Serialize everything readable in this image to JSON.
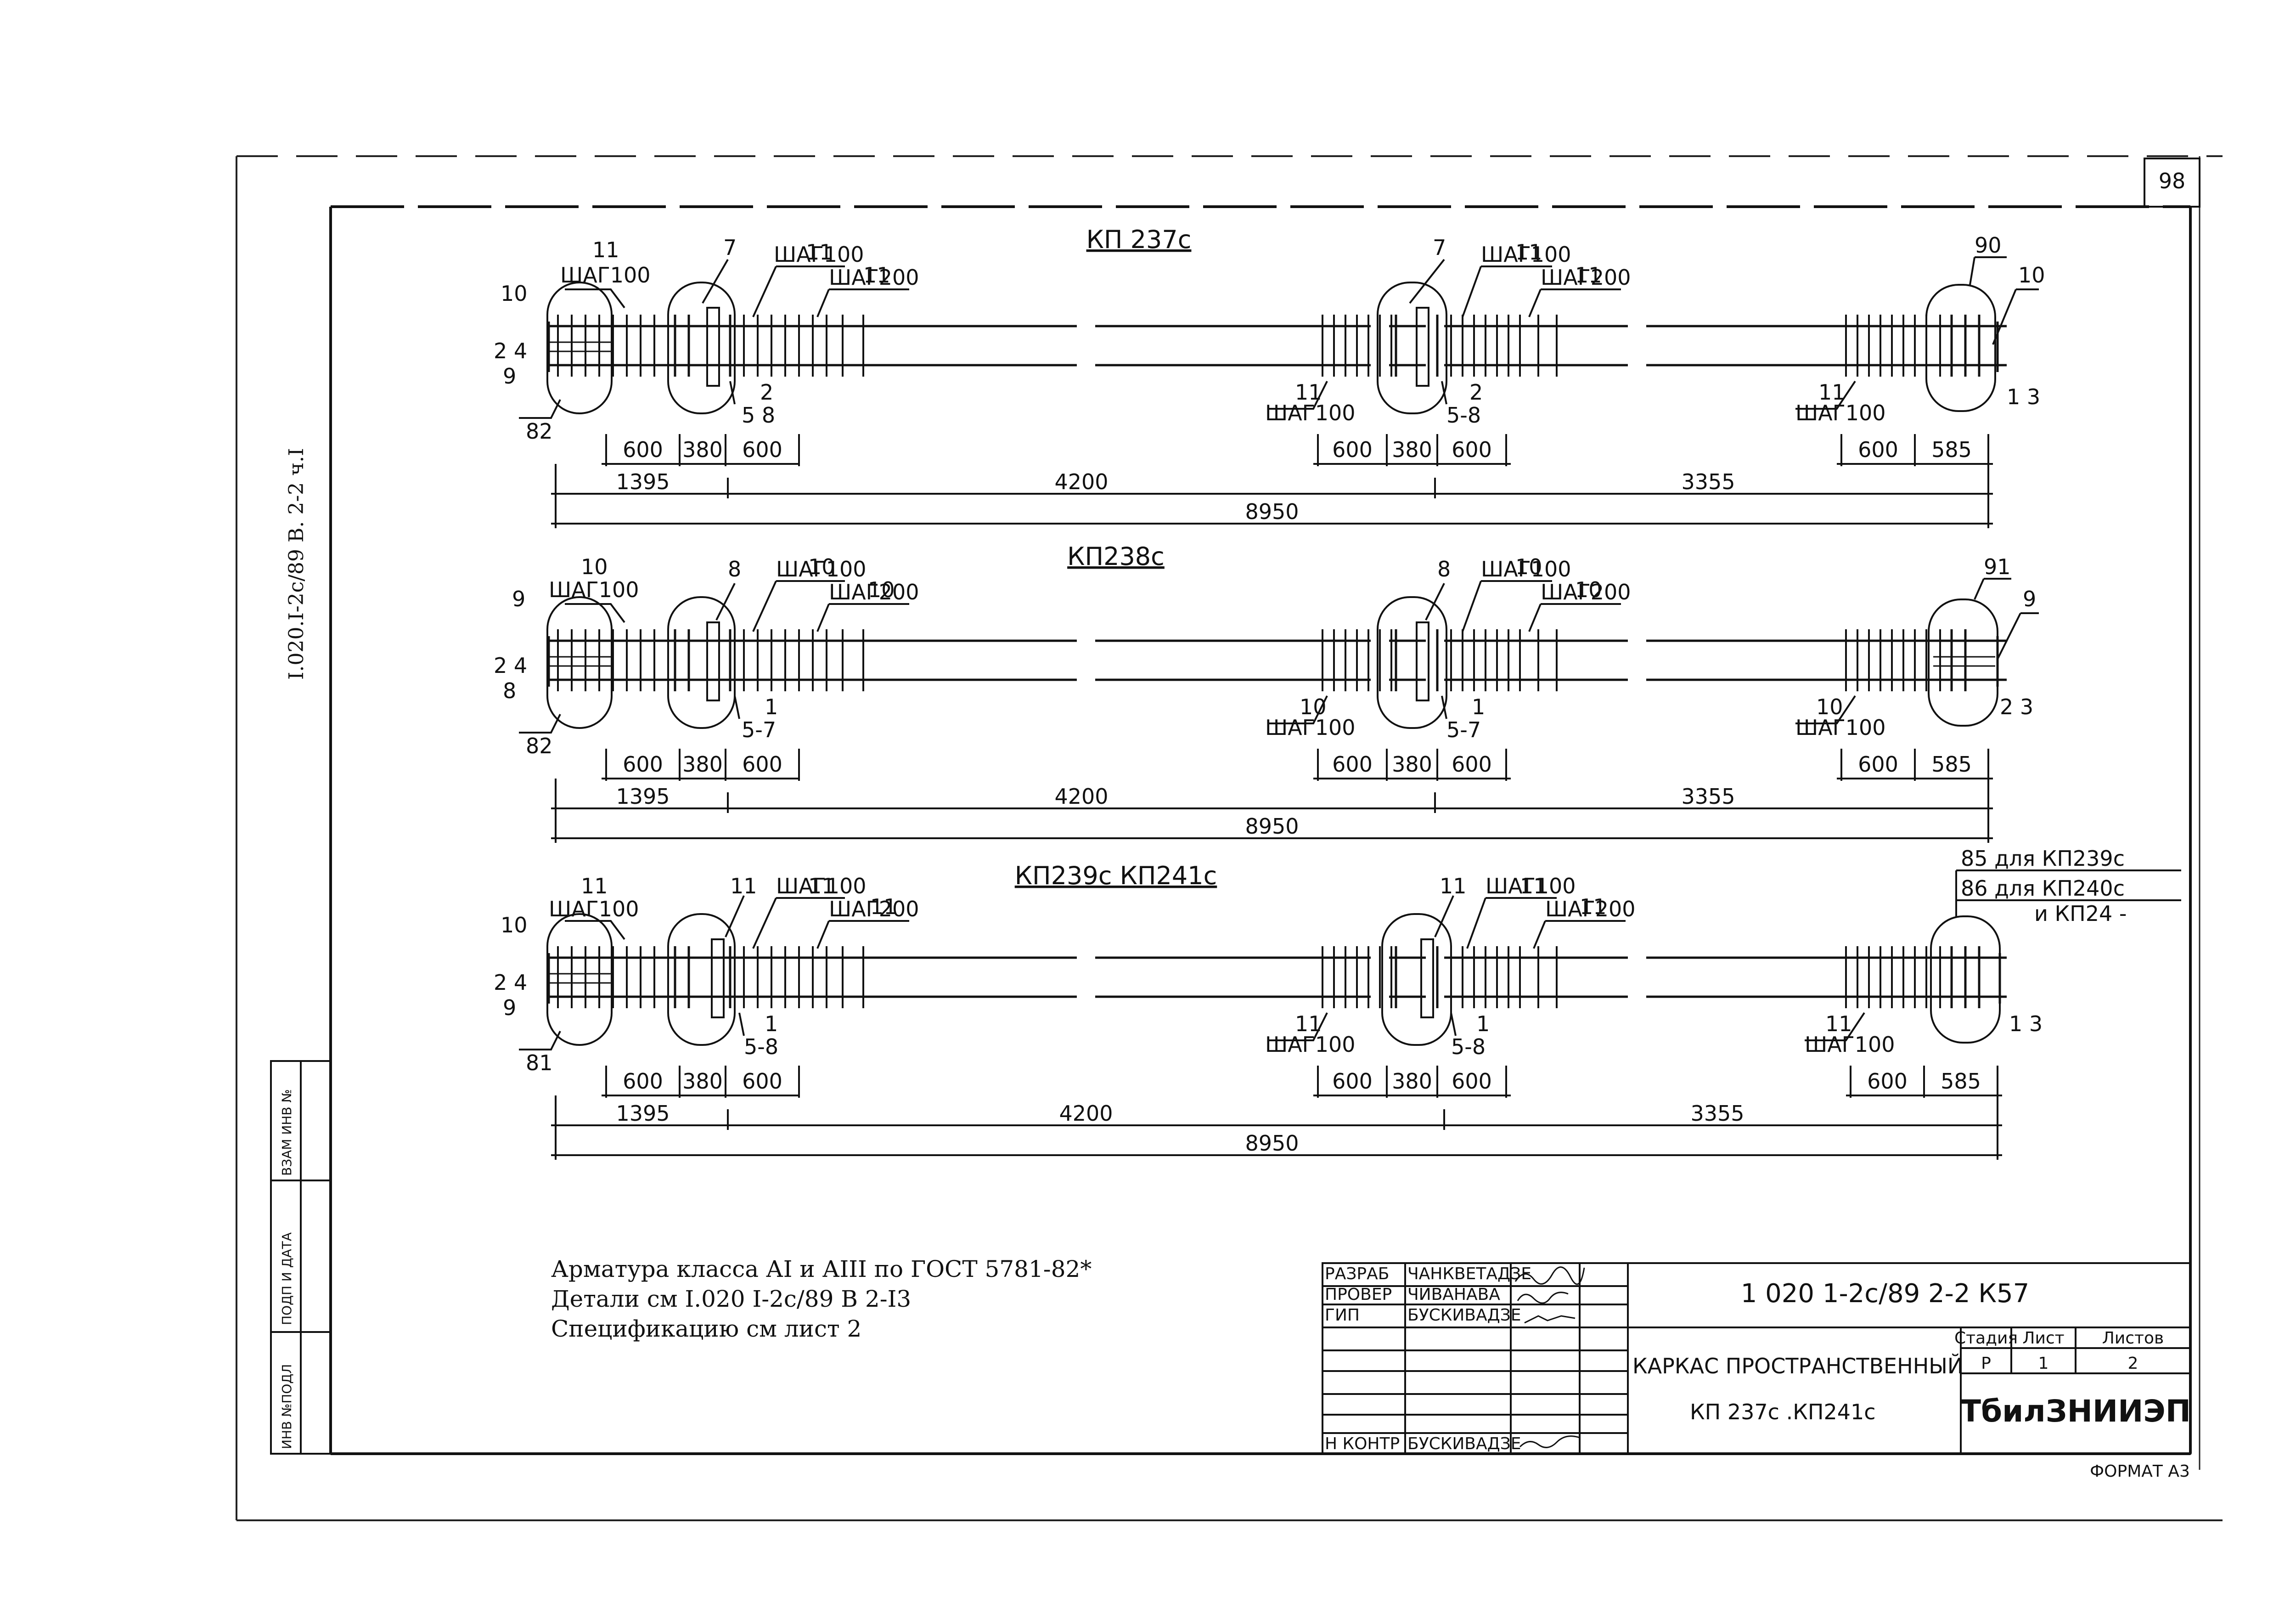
{
  "page_number": "98",
  "vertical_code": "I.020.I-2с/89 В. 2-2 ч.I",
  "side_stamp": [
    "ИНВ №ПОДЛ",
    "ПОДП И ДАТА",
    "ВЗАМ ИНВ №"
  ],
  "frames": [
    {
      "title": "КП 237с",
      "callouts": {
        "left_end_top": "10",
        "left_end_bottom": "82",
        "left_side_a": "2 4",
        "left_side_b": "9",
        "step1_num": "11",
        "step1": "ШАГ100",
        "clamp1_num": "7",
        "step2_num": "11",
        "step2": "ШАГ100",
        "step3_num": "11",
        "step3": "ШАГ200",
        "under1_num": "2",
        "under1_range": "5 8",
        "mid_step_left_num": "11",
        "mid_step_left": "ШАГ100",
        "clamp2_num": "7",
        "mid_step_num": "11",
        "mid_step": "ШАГ100",
        "mid_step2_num": "11",
        "mid_step2": "ШАГ200",
        "under2_num": "2",
        "under2_range": "5-8",
        "right_step_num": "11",
        "right_step": "ШАГ100",
        "right_end_top": "90",
        "right_end_side": "10",
        "right_end_bottom": "1 3"
      },
      "dims_small": [
        "600",
        "380",
        "600",
        "600",
        "380",
        "600",
        "600",
        "585"
      ],
      "dims_mid": [
        "1395",
        "4200",
        "3355"
      ],
      "dim_total": "8950"
    },
    {
      "title": "КП238с",
      "callouts": {
        "left_end_top": "9",
        "left_end_bottom": "82",
        "left_side_a": "2 4",
        "left_side_b": "8",
        "step1_num": "10",
        "step1": "ШАГ100",
        "clamp1_num": "8",
        "step2_num": "10",
        "step2": "ШАГ100",
        "step3_num": "10",
        "step3": "ШАГ200",
        "under1_num": "1",
        "under1_range": "5-7",
        "mid_step_left_num": "10",
        "mid_step_left": "ШАГ100",
        "clamp2_num": "8",
        "mid_step_num": "10",
        "mid_step": "ШАГ100",
        "mid_step2_num": "10",
        "mid_step2": "ШАГ200",
        "under2_num": "1",
        "under2_range": "5-7",
        "right_step_num": "10",
        "right_step": "ШАГ100",
        "right_end_top": "91",
        "right_end_side": "9",
        "right_end_bottom": "2 3"
      },
      "dims_small": [
        "600",
        "380",
        "600",
        "600",
        "380",
        "600",
        "600",
        "585"
      ],
      "dims_mid": [
        "1395",
        "4200",
        "3355"
      ],
      "dim_total": "8950"
    },
    {
      "title": "КП239с КП241с",
      "callouts": {
        "left_end_top": "10",
        "left_end_bottom": "81",
        "left_side_a": "2 4",
        "left_side_b": "9",
        "step1_num": "11",
        "step1": "ШАГ100",
        "clamp1_num": "11",
        "step2_num": "11",
        "step2": "ШАГ100",
        "step3_num": "11",
        "step3": "ШАГ200",
        "under1_num": "1",
        "under1_range": "5-8",
        "mid_step_left_num": "11",
        "mid_step_left": "ШАГ100",
        "clamp2_num": "11",
        "mid_step_num": "11",
        "mid_step": "ШАГ100",
        "mid_step2_num": "11",
        "mid_step2": "ШАГ200",
        "under2_num": "1",
        "under2_range": "5-8",
        "right_step_num": "11",
        "right_step": "ШАГ100",
        "right_end_top": "",
        "right_end_side": "",
        "right_end_bottom": "1 3"
      },
      "right_note": [
        "85 для КП239с",
        "86 для КП240с",
        "и КП24 -"
      ],
      "dims_small": [
        "600",
        "380",
        "600",
        "600",
        "380",
        "600",
        "600",
        "585"
      ],
      "dims_mid": [
        "1395",
        "4200",
        "3355"
      ],
      "dim_total": "8950"
    }
  ],
  "notes": [
    "Арматура класса АI и АIII по ГОСТ 5781-82*",
    "Детали см  I.020 I-2с/89 В 2-I3",
    "Спецификацию см лист 2"
  ],
  "title_block": {
    "doc_code": "1 020 1-2с/89  2-2  К57",
    "rows": [
      {
        "role": "РАЗРАБ",
        "name": "ЧАНКВЕТАДЗЕ"
      },
      {
        "role": "ПРОВЕР",
        "name": "ЧИВАНАВА"
      },
      {
        "role": "ГИП",
        "name": "БУСКИВАДЗЕ"
      },
      {
        "role": "Н КОНТР",
        "name": "БУСКИВАДЗЕ"
      }
    ],
    "name_line1": "КАРКАС ПРОСТРАНСТВЕННЫЙ",
    "name_line2": "КП 237с .КП241с",
    "stage_header": "Стадия",
    "sheet_header": "Лист",
    "sheets_header": "Листов",
    "stage": "Р",
    "sheet": "1",
    "sheets": "2",
    "organization": "ТбилЗНИИЭП"
  },
  "format_label": "ФОРМАТ А3"
}
